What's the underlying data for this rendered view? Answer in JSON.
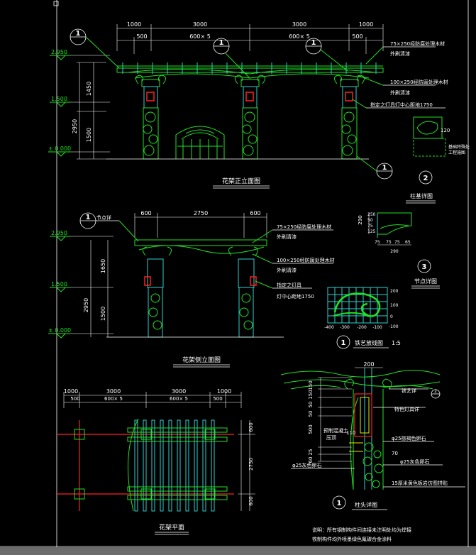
{
  "colors": {
    "background": "#000000",
    "structure": "#22e022",
    "dimension": "#ffffff",
    "accent_red": "#ff2020",
    "accent_cyan": "#2ed0d0",
    "accent_yellow": "#e8e800"
  },
  "front": {
    "title": "花架正立面图",
    "dims_top": [
      "1000",
      "3000",
      "3000",
      "1000"
    ],
    "dims_sub": [
      "500",
      "600× 5",
      "600× 5",
      "500"
    ],
    "levels": [
      "2.950",
      "1.500",
      "± 0.000"
    ],
    "dims_left": [
      "1450",
      "2950",
      "1500"
    ],
    "callouts": [
      "75×250经防腐处理木材",
      "外刷清漆",
      "100×250经防腐处理木材",
      "外刷清漆",
      "指定之灯具灯中心距地1750"
    ],
    "markers": [
      "1",
      "1",
      "1",
      "1"
    ]
  },
  "base_detail": {
    "marker": "2",
    "title": "柱基详图",
    "label_120": "120",
    "note_line1": "基础特殊处",
    "note_line2": "工程施图"
  },
  "node_detail": {
    "marker": "3",
    "title": "节点详图",
    "dims_left": [
      "250",
      "50",
      "75",
      "125"
    ],
    "dims_bottom": [
      "75",
      "75",
      "75",
      "65"
    ],
    "dim_total": "290"
  },
  "side": {
    "title": "花架侧立面图",
    "marker": "1",
    "marker_label": "节点详",
    "dims_top": [
      "600",
      "2750",
      "600"
    ],
    "levels": [
      "2.950",
      "1.500",
      "± 0.000"
    ],
    "dims_left": [
      "1650",
      "2950",
      "1500"
    ],
    "callouts": [
      "75×250经防腐处理木材",
      "外刷清漆",
      "100×250经防腐处理木材",
      "外刷清漆",
      "指定之灯具",
      "灯中心距地1750"
    ]
  },
  "iron_grid": {
    "marker": "1",
    "title": "铁艺放线图",
    "scale": "1:5",
    "y_ticks": [
      "200",
      "100",
      "0",
      "-100"
    ],
    "x_ticks": [
      "-400",
      "-300",
      "-200",
      "-100"
    ]
  },
  "plan": {
    "title": "花架平面",
    "dims_top": [
      "1000",
      "3000",
      "3000",
      "1000"
    ],
    "dims_sub": [
      "500",
      "600× 5",
      "600× 5",
      "500"
    ],
    "dims_right": [
      "600",
      "2750",
      "600"
    ]
  },
  "column_detail": {
    "marker": "1",
    "title": "柱头详图",
    "dim_top": "200",
    "dims_left": [
      "150",
      "150",
      "50",
      "50",
      "500",
      "25",
      "60"
    ],
    "callouts": [
      "铁艺详",
      "特色灯具详",
      "预制混凝土",
      "压顶",
      "110",
      "φ25棕褐色卵石",
      "70",
      "φ25灰色卵石",
      "φ25灰色卵石",
      "15厚米黄色板岩仿图拼贴"
    ],
    "marker_tag": "2"
  },
  "notes": [
    "说明：所有钢制构件间连接未注明处均为焊接",
    "铁制构件均外喷墨绿色氟碳合金涂料"
  ]
}
